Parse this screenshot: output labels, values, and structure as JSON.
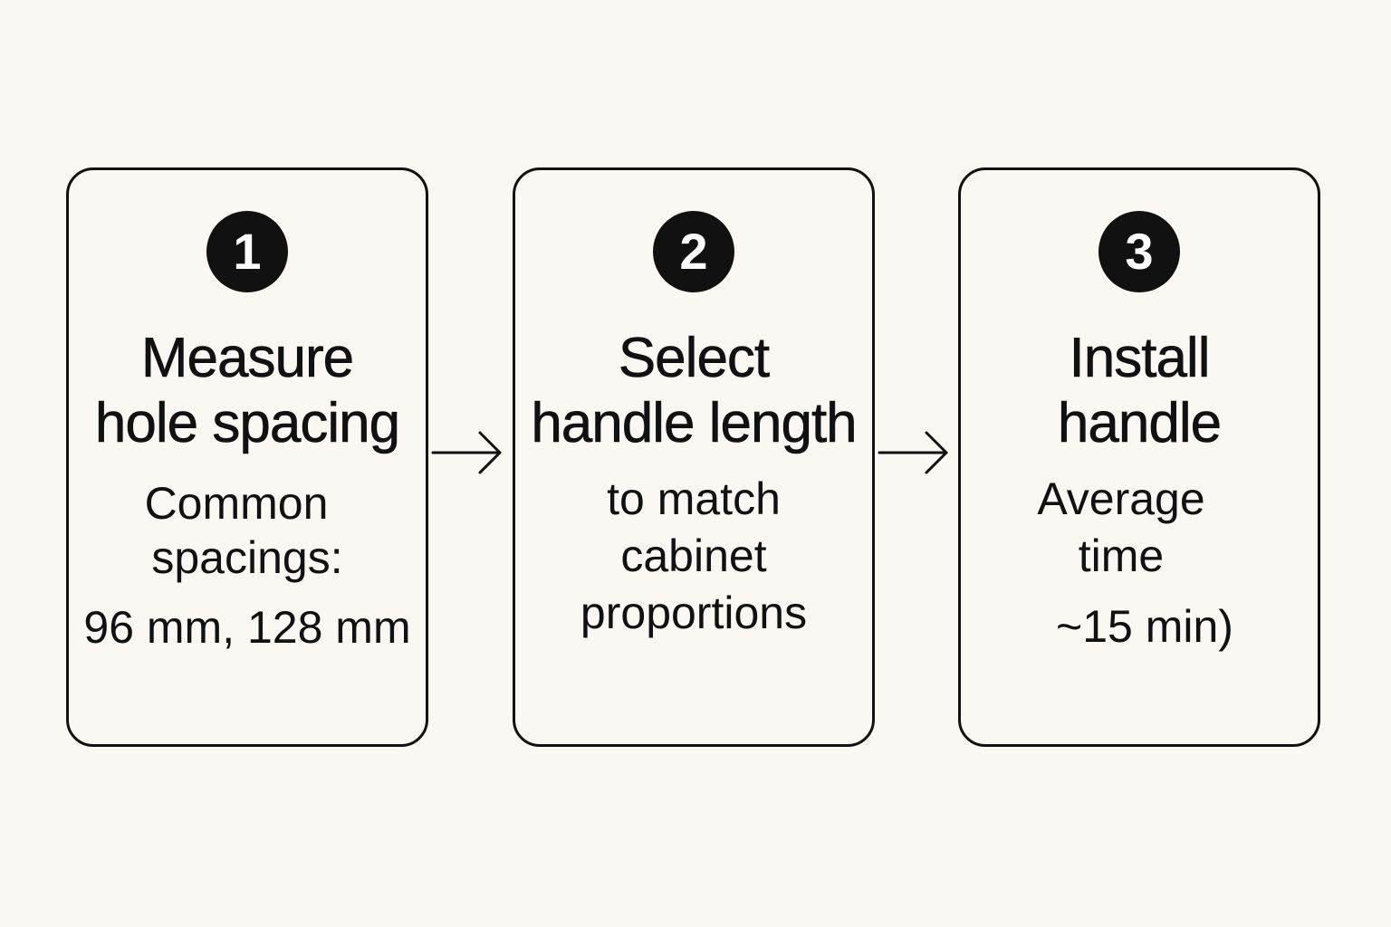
{
  "colors": {
    "background": "#fbf8f3",
    "ink": "#111111",
    "badge_text": "#ffffff"
  },
  "steps": [
    {
      "number": "1",
      "title_lines": [
        "Measure",
        "hole spacing"
      ],
      "body_lines": [
        "Common",
        "spacings:",
        "96 mm, 128 mm"
      ]
    },
    {
      "number": "2",
      "title_lines": [
        "Select",
        "handle length"
      ],
      "body_lines": [
        "to match",
        "cabinet",
        "proportions"
      ]
    },
    {
      "number": "3",
      "title_lines": [
        "Install",
        "handle"
      ],
      "body_lines": [
        "Average",
        "time",
        "~15 min)"
      ]
    }
  ],
  "connectors": [
    {
      "from": "1",
      "to": "2",
      "icon": "arrow-right-icon"
    },
    {
      "from": "2",
      "to": "3",
      "icon": "arrow-right-icon"
    }
  ]
}
